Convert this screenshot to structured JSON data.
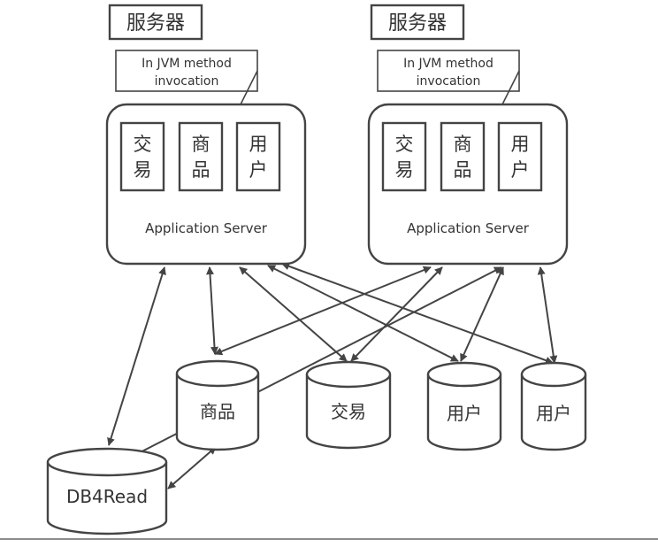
{
  "servers": [
    {
      "label": "服务器",
      "note_line1": "In JVM method",
      "note_line2": "invocation",
      "modules": [
        {
          "line1": "交",
          "line2": "易"
        },
        {
          "line1": "商",
          "line2": "品"
        },
        {
          "line1": "用",
          "line2": "户"
        }
      ],
      "app_label": "Application Server"
    },
    {
      "label": "服务器",
      "note_line1": "In JVM method",
      "note_line2": "invocation",
      "modules": [
        {
          "line1": "交",
          "line2": "易"
        },
        {
          "line1": "商",
          "line2": "品"
        },
        {
          "line1": "用",
          "line2": "户"
        }
      ],
      "app_label": "Application Server"
    }
  ],
  "databases": [
    {
      "label": "商品"
    },
    {
      "label": "交易"
    },
    {
      "label": "用户"
    },
    {
      "label": "用户"
    },
    {
      "label": "DB4Read"
    }
  ]
}
